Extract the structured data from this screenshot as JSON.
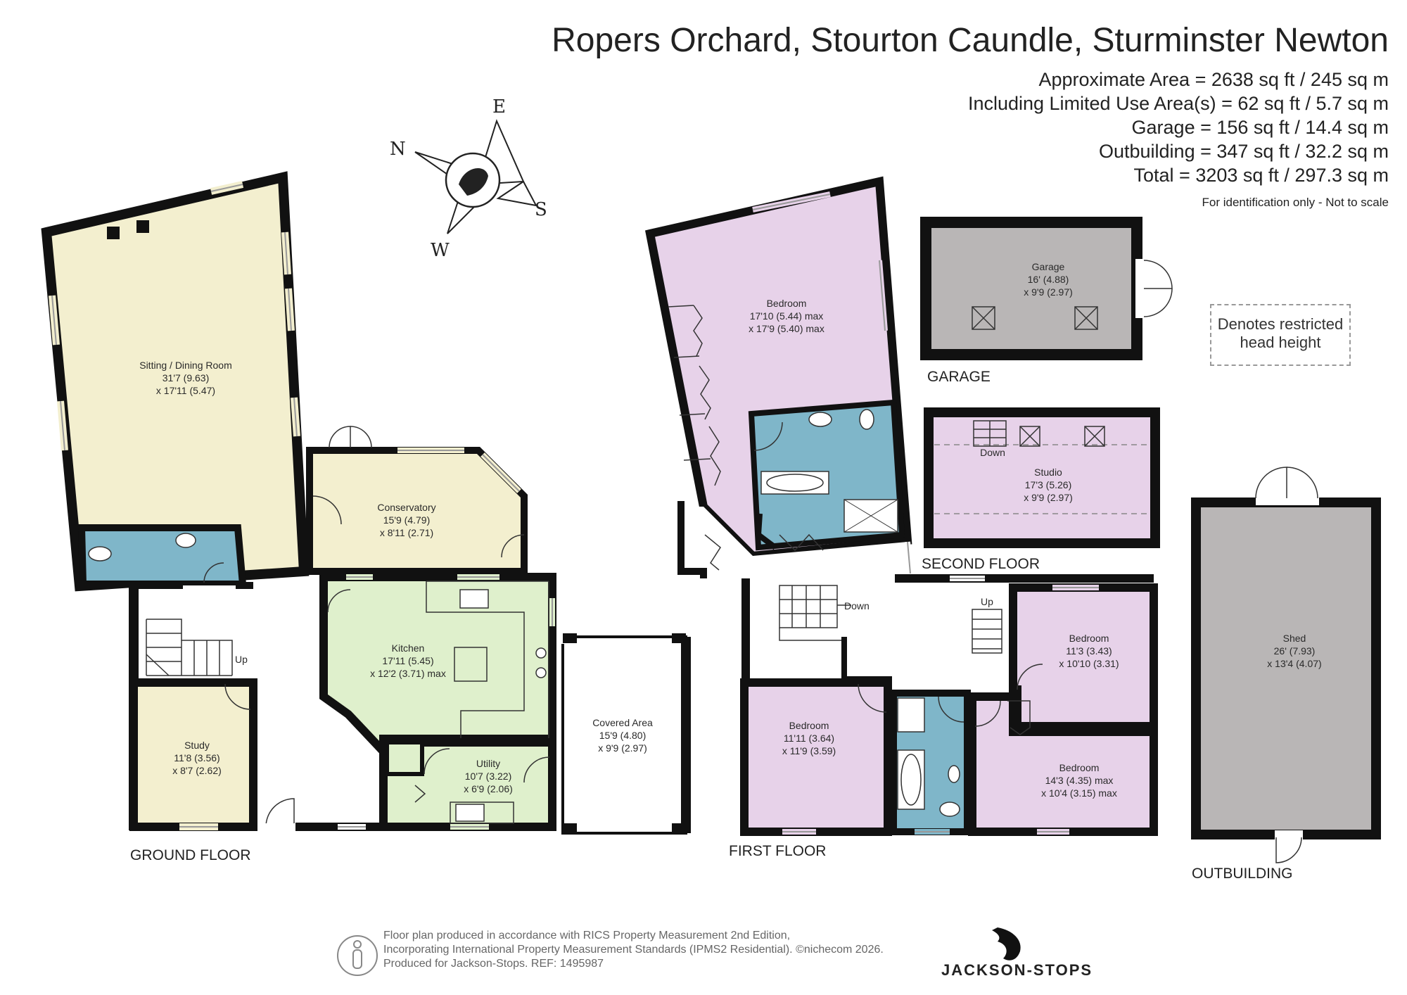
{
  "header": {
    "title": "Ropers Orchard, Stourton Caundle, Sturminster Newton",
    "areas": [
      "Approximate Area = 2638 sq ft / 245 sq m",
      "Including Limited Use Area(s) = 62 sq ft / 5.7 sq m",
      "Garage = 156 sq ft / 14.4 sq m",
      "Outbuilding = 347 sq ft / 32.2 sq m",
      "Total = 3203 sq ft / 297.3 sq m"
    ],
    "note": "For identification only - Not to scale"
  },
  "compass": {
    "n": "N",
    "e": "E",
    "s": "S",
    "w": "W"
  },
  "legend": {
    "restricted": "Denotes restricted head height"
  },
  "floors": {
    "ground": "GROUND FLOOR",
    "first": "FIRST FLOOR",
    "second": "SECOND FLOOR",
    "garage": "GARAGE",
    "outbuilding": "OUTBUILDING"
  },
  "rooms": {
    "sitting": {
      "name": "Sitting / Dining Room",
      "d1": "31'7 (9.63)",
      "d2": "x 17'11 (5.47)"
    },
    "conservatory": {
      "name": "Conservatory",
      "d1": "15'9 (4.79)",
      "d2": "x 8'11 (2.71)"
    },
    "kitchen": {
      "name": "Kitchen",
      "d1": "17'11 (5.45)",
      "d2": "x 12'2 (3.71) max"
    },
    "utility": {
      "name": "Utility",
      "d1": "10'7 (3.22)",
      "d2": "x 6'9 (2.06)"
    },
    "study": {
      "name": "Study",
      "d1": "11'8 (3.56)",
      "d2": "x 8'7 (2.62)"
    },
    "covered": {
      "name": "Covered Area",
      "d1": "15'9 (4.80)",
      "d2": "x 9'9 (2.97)"
    },
    "bed_master": {
      "name": "Bedroom",
      "d1": "17'10 (5.44) max",
      "d2": "x 17'9 (5.40) max"
    },
    "bed_1": {
      "name": "Bedroom",
      "d1": "11'11 (3.64)",
      "d2": "x 11'9 (3.59)"
    },
    "bed_2": {
      "name": "Bedroom",
      "d1": "11'3 (3.43)",
      "d2": "x 10'10 (3.31)"
    },
    "bed_3": {
      "name": "Bedroom",
      "d1": "14'3 (4.35) max",
      "d2": "x 10'4 (3.15) max"
    },
    "garage": {
      "name": "Garage",
      "d1": "16' (4.88)",
      "d2": "x 9'9 (2.97)"
    },
    "studio": {
      "name": "Studio",
      "d1": "17'3 (5.26)",
      "d2": "x 9'9 (2.97)"
    },
    "shed": {
      "name": "Shed",
      "d1": "26' (7.93)",
      "d2": "x 13'4 (4.07)"
    }
  },
  "stairs": {
    "up1": "Up",
    "up2": "Up",
    "down1": "Down",
    "down2": "Down"
  },
  "footer": {
    "lines": [
      "Floor plan produced in accordance with RICS Property Measurement 2nd Edition,",
      "Incorporating International Property Measurement Standards (IPMS2 Residential).  ©nichecom 2026.",
      "Produced for Jackson-Stops.   REF: 1495987"
    ],
    "brand": "JACKSON-STOPS"
  },
  "colors": {
    "living": "#f3efcf",
    "kitchen": "#dff0cc",
    "bedroom": "#e7d2e9",
    "bathroom": "#7fb6c9",
    "garage": "#b9b6b6",
    "wall": "#111111"
  }
}
